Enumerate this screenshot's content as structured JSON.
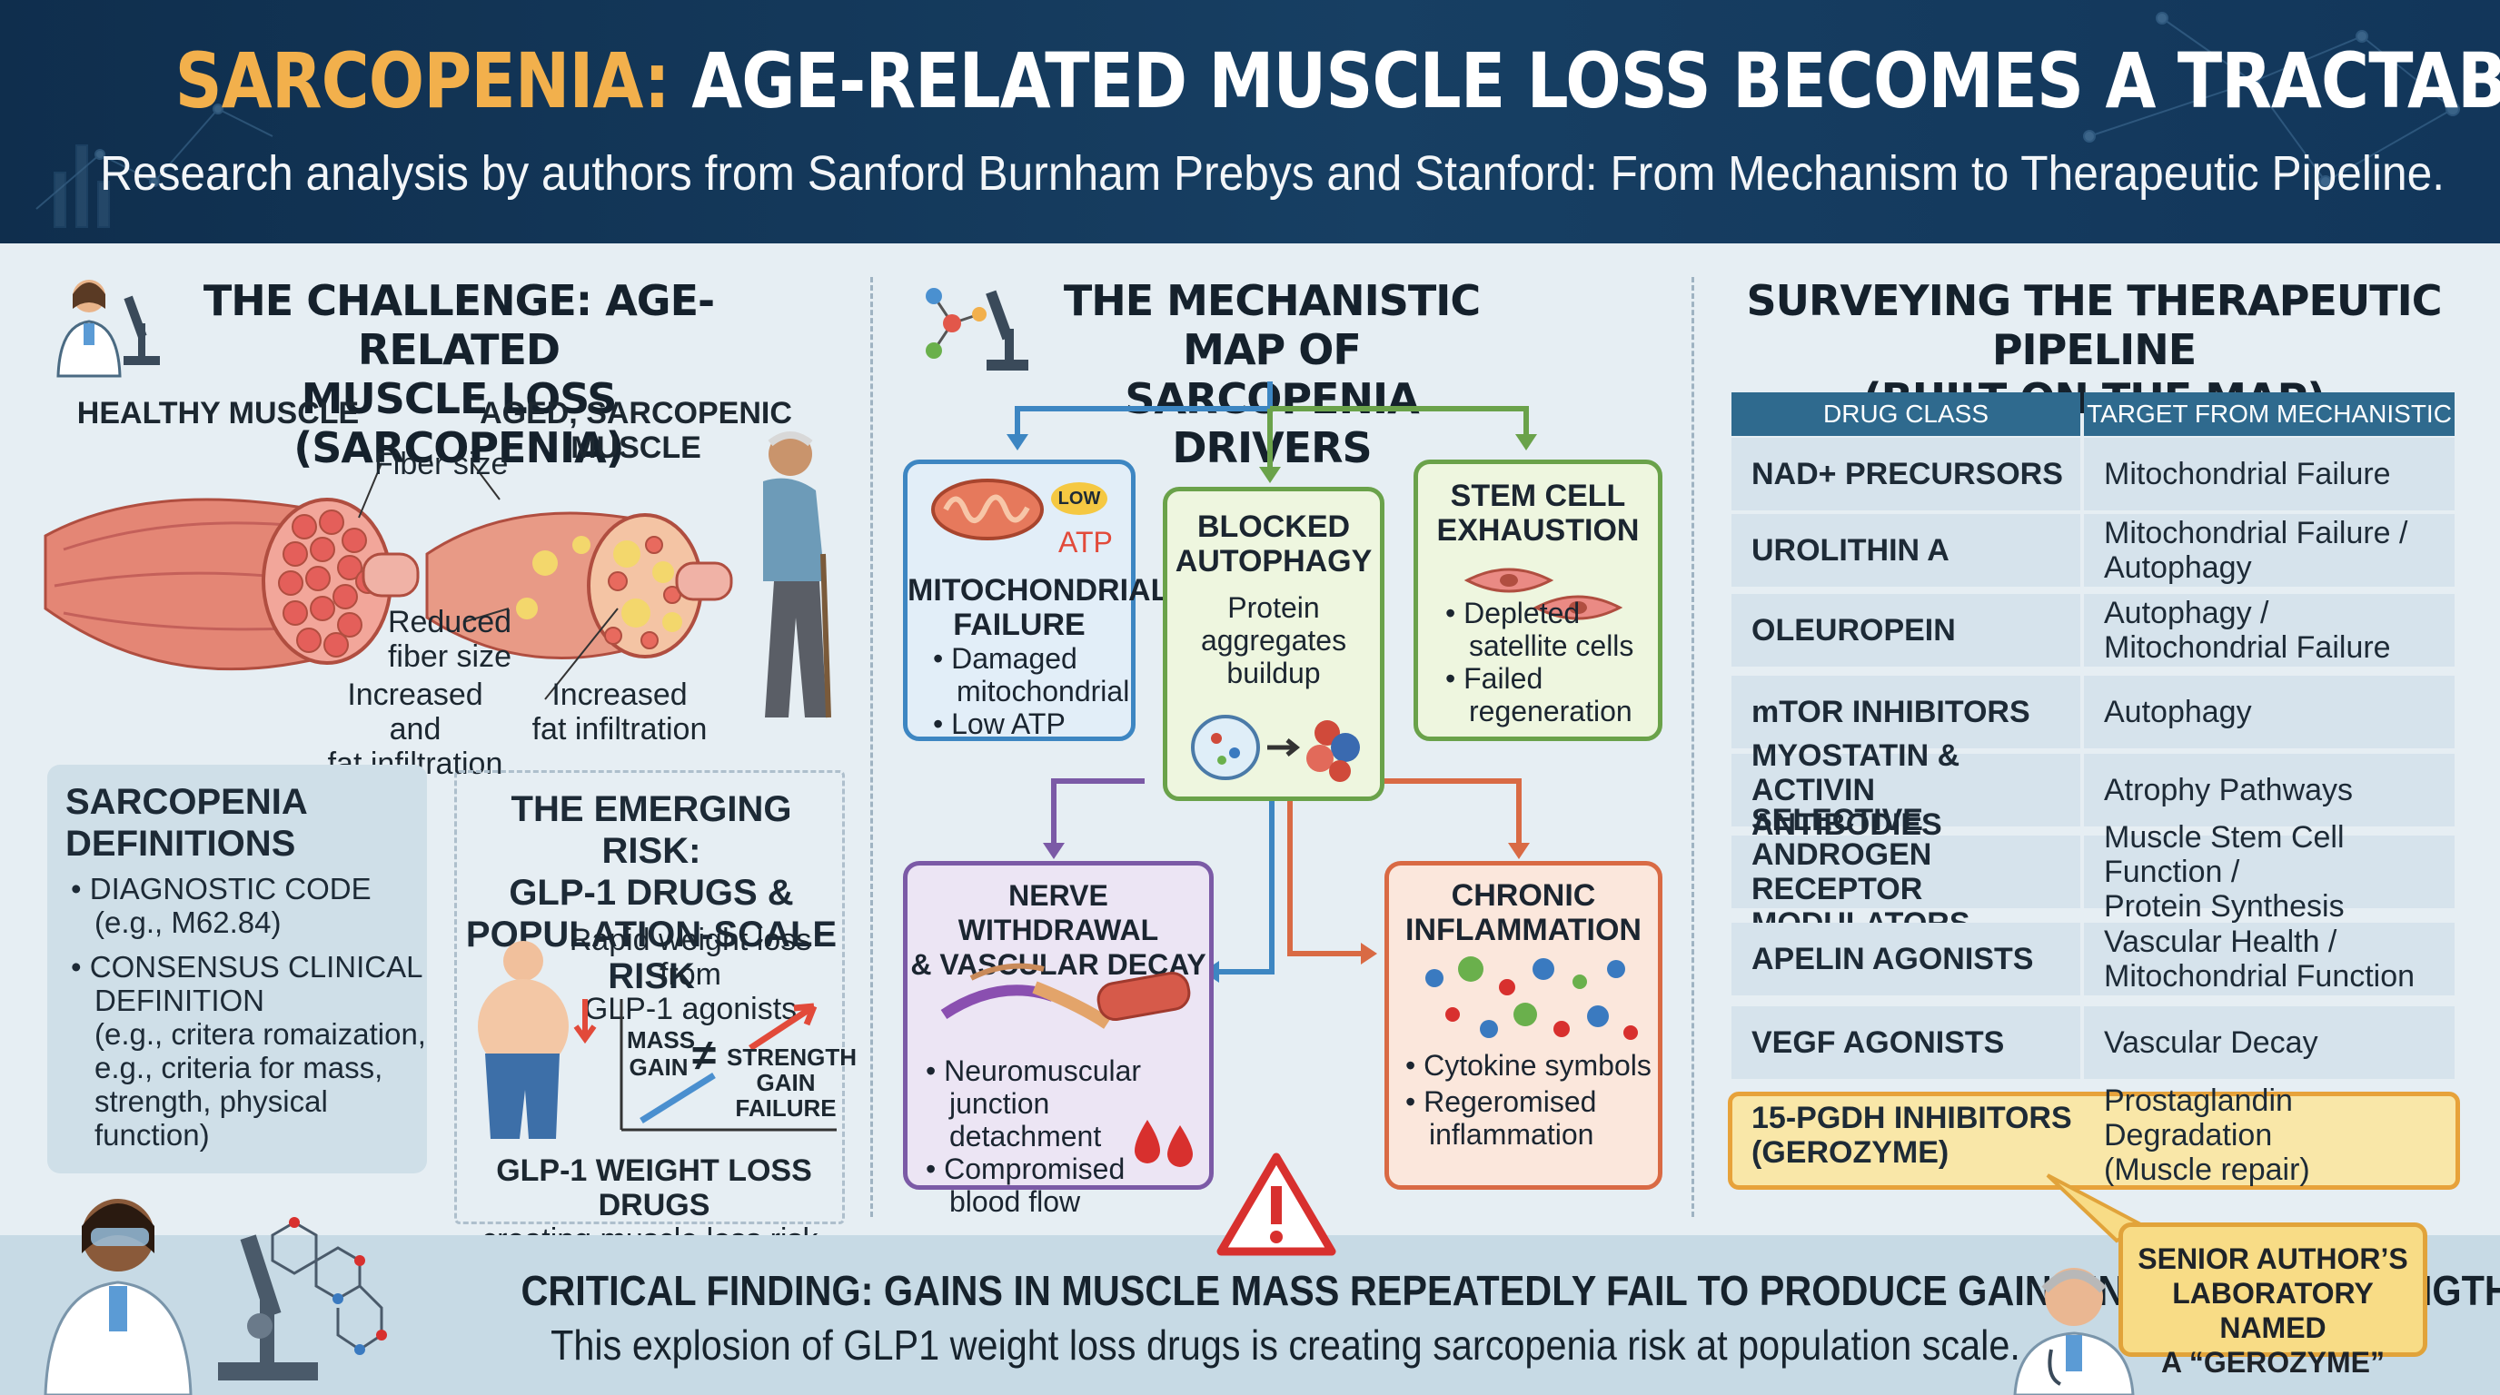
{
  "header": {
    "title_highlight": "SARCOPENIA:",
    "title_rest": "AGE-RELATED MUSCLE LOSS BECOMES A TRACTABLE DRUG TARGET",
    "subtitle": "Research analysis by authors from Sanford Burnham Prebys and Stanford: From Mechanism to Therapeutic Pipeline."
  },
  "challenge": {
    "title_line1": "THE CHALLENGE: AGE-RELATED",
    "title_line2": "MUSCLE LOSS (SARCOPENIA)",
    "healthy_label": "HEALTHY MUSCLE",
    "aged_label": "AGED, SARCOPENIC MUSCLE",
    "fiber_size": "Fiber size",
    "reduced_1": "Reduced",
    "reduced_2": "fiber size",
    "increased_a1": "Increased and",
    "increased_a2": "fat infiltration",
    "increased_b1": "Increased",
    "increased_b2": "fat infiltration"
  },
  "definitions": {
    "title_line1": "SARCOPENIA",
    "title_line2": "DEFINITIONS",
    "item1_line1": "DIAGNOSTIC CODE",
    "item1_line2": "(e.g., M62.84)",
    "item2_line1": "CONSENSUS CLINICAL",
    "item2_line2": "DEFINITION",
    "item2_line3": "(e.g., critera romaization,",
    "item2_line4": "e.g., criteria for mass,",
    "item2_line5": "strength, physical",
    "item2_line6": "function)"
  },
  "risk": {
    "title_line1": "THE EMERGING RISK:",
    "title_line2": "GLP-1 DRUGS &",
    "title_line3": "POPULATION-SCALE RISK",
    "rapid_1": "Rapid weight loss from",
    "rapid_2": "GLP-1 agonists",
    "mass_1": "MASS",
    "mass_2": "GAIN",
    "neq": "≠",
    "strength_1": "STRENGTH",
    "strength_2": "GAIN",
    "strength_3": "FAILURE",
    "caption_1": "GLP-1 WEIGHT LOSS DRUGS",
    "caption_2": "creating muscle loss risk."
  },
  "mechanism": {
    "title_line1": "THE MECHANISTIC MAP OF",
    "title_line2": "SARCOPENIA DRIVERS",
    "mito": {
      "badge": "LOW",
      "atp": "ATP",
      "title_1": "MITOCHONDRIAL",
      "title_2": "FAILURE",
      "b1_1": "• Damaged",
      "b1_2": "mitochondrial",
      "b2": "• Low ATP"
    },
    "autophagy": {
      "title_1": "BLOCKED",
      "title_2": "AUTOPHAGY",
      "body_1": "Protein",
      "body_2": "aggregates",
      "body_3": "buildup"
    },
    "stem": {
      "title_1": "STEM CELL",
      "title_2": "EXHAUSTION",
      "b1_1": "• Depleted",
      "b1_2": "satellite cells",
      "b2_1": "• Failed",
      "b2_2": "regeneration"
    },
    "nerve": {
      "title_1": "NERVE WITHDRAWAL",
      "title_2": "& VASCULAR DECAY",
      "b1_1": "• Neuromuscular",
      "b1_2": "junction detachment",
      "b2_1": "• Compromised",
      "b2_2": "blood flow"
    },
    "inflam": {
      "title_1": "CHRONIC",
      "title_2": "INFLAMMATION",
      "b1": "• Cytokine symbols",
      "b2_1": "• Regeromised",
      "b2_2": "inflammation"
    }
  },
  "pipeline": {
    "title_line1": "SURVEYING THE THERAPEUTIC PIPELINE",
    "title_line2": "(BUILT ON THE MAP)",
    "col1": "DRUG CLASS",
    "col2": "TARGET FROM MECHANISTIC MAP",
    "rows": [
      {
        "drug_1": "NAD+ PRECURSORS",
        "drug_2": "",
        "target_1": "Mitochondrial Failure",
        "target_2": ""
      },
      {
        "drug_1": "UROLITHIN A",
        "drug_2": "",
        "target_1": "Mitochondrial Failure /",
        "target_2": "Autophagy"
      },
      {
        "drug_1": "OLEUROPEIN",
        "drug_2": "",
        "target_1": "Autophagy /",
        "target_2": "Mitochondrial Failure"
      },
      {
        "drug_1": "mTOR INHIBITORS",
        "drug_2": "",
        "target_1": "Autophagy",
        "target_2": ""
      },
      {
        "drug_1": "MYOSTATIN & ACTIVIN",
        "drug_2": "ANTIBODIES",
        "target_1": "Atrophy Pathways",
        "target_2": ""
      },
      {
        "drug_1": "SELECTIVE ANDROGEN",
        "drug_2": "RECEPTOR MODULATORS",
        "target_1": "Muscle Stem Cell Function /",
        "target_2": "Protein Synthesis"
      },
      {
        "drug_1": "APELIN AGONISTS",
        "drug_2": "",
        "target_1": "Vascular Health /",
        "target_2": "Mitochondrial Function"
      },
      {
        "drug_1": "VEGF AGONISTS",
        "drug_2": "",
        "target_1": "Vascular Decay",
        "target_2": ""
      },
      {
        "drug_1": "15-PGDH INHIBITORS",
        "drug_2": "(GEROZYME)",
        "target_1": "Prostaglandin Degradation",
        "target_2": "(Muscle repair)"
      }
    ]
  },
  "footer": {
    "finding": "CRITICAL FINDING: GAINS IN MUSCLE MASS REPEATEDLY FAIL TO PRODUCE GAINS IN MUSCLE STRENGTH.",
    "finding_2": "This explosion of GLP1 weight loss drugs is creating sarcopenia risk at population scale.",
    "callout_1": "SENIOR AUTHOR’S",
    "callout_2": "LABORATORY NAMED",
    "callout_3": "A “GEROZYME”"
  },
  "colors": {
    "header_bg": "#173f63",
    "title_accent": "#f2b04c",
    "mito_border": "#3d86c2",
    "autophagy_border": "#6aa24a",
    "stem_border": "#6aa24a",
    "nerve_border": "#7b5aa6",
    "inflam_border": "#d96a44",
    "table_header": "#2f6a8e",
    "highlight": "#e7a23a"
  }
}
